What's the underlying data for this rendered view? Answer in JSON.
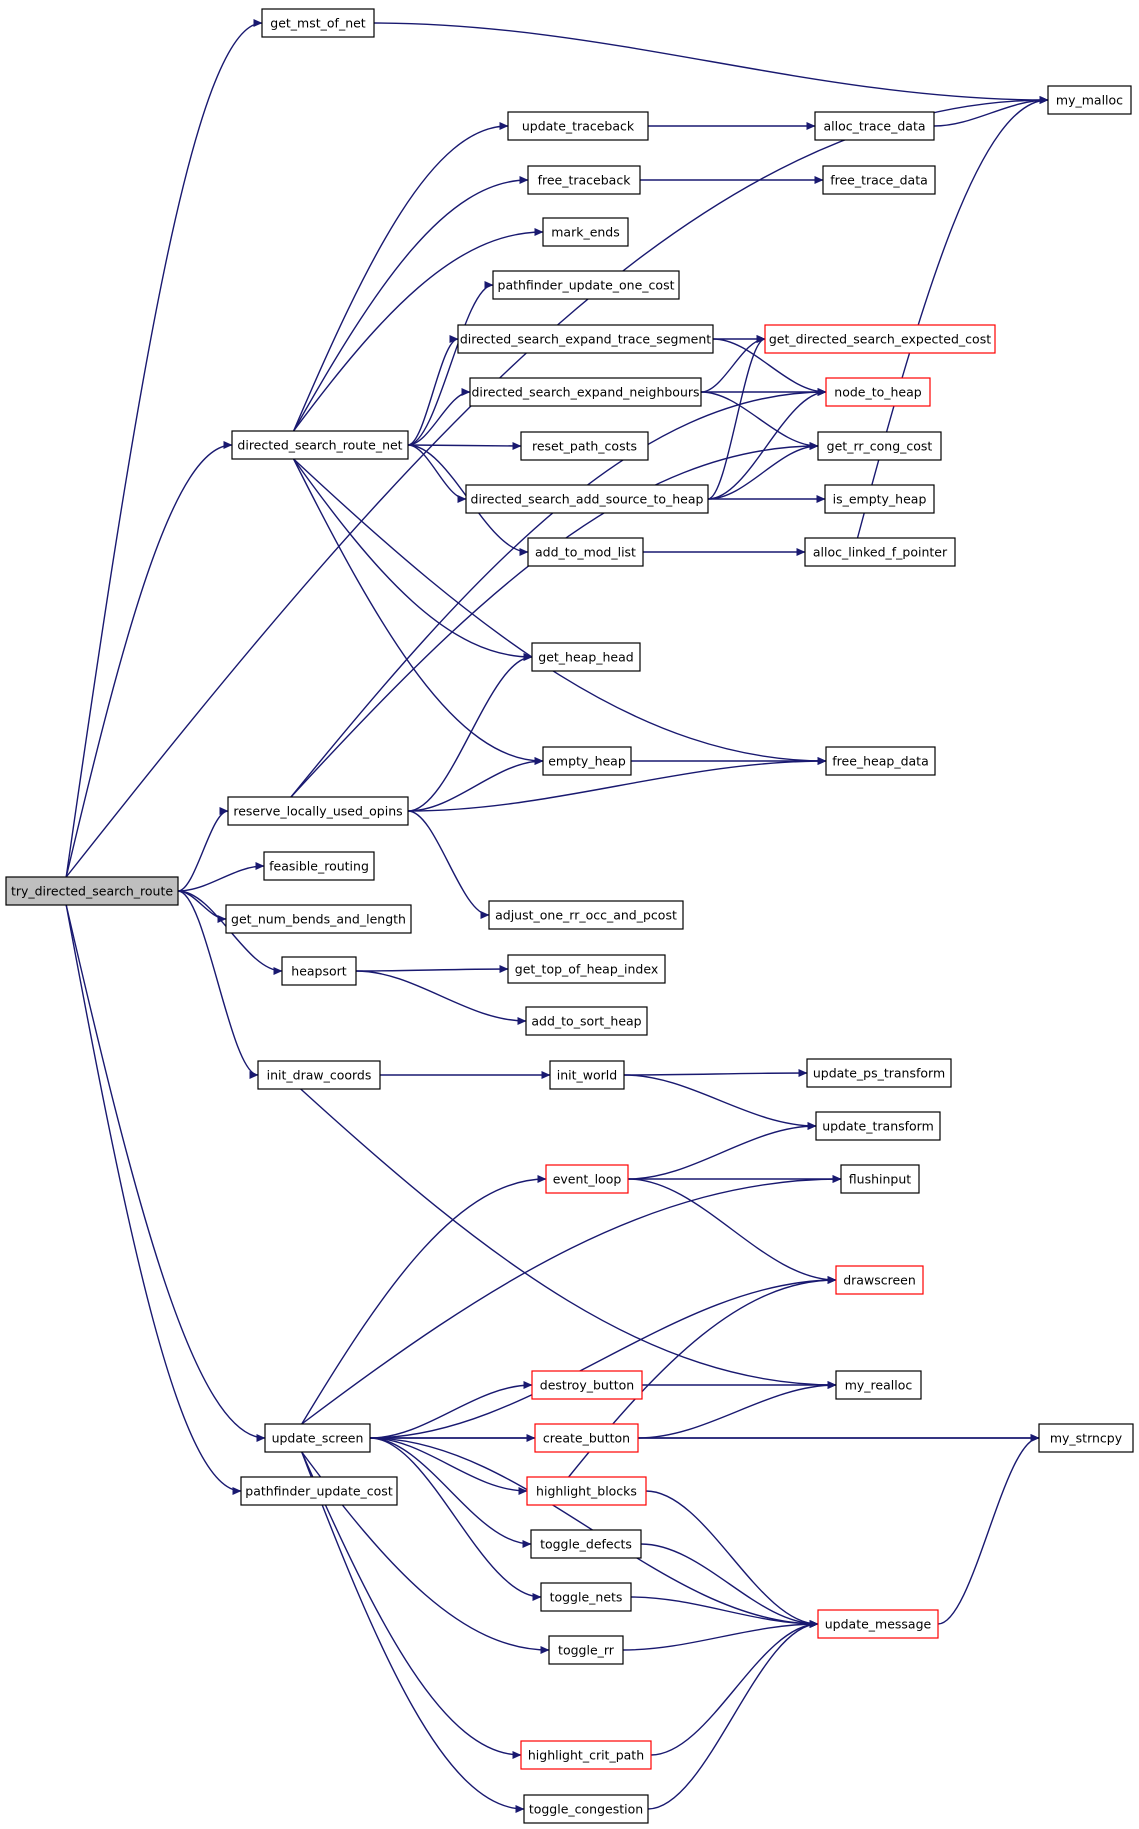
{
  "nodes": [
    {
      "id": "try_directed_search_route",
      "label": "try_directed_search_route",
      "root": true
    },
    {
      "id": "get_mst_of_net",
      "label": "get_mst_of_net"
    },
    {
      "id": "my_malloc",
      "label": "my_malloc"
    },
    {
      "id": "update_traceback",
      "label": "update_traceback"
    },
    {
      "id": "alloc_trace_data",
      "label": "alloc_trace_data"
    },
    {
      "id": "free_traceback",
      "label": "free_traceback"
    },
    {
      "id": "free_trace_data",
      "label": "free_trace_data"
    },
    {
      "id": "mark_ends",
      "label": "mark_ends"
    },
    {
      "id": "pathfinder_update_one_cost",
      "label": "pathfinder_update_one_cost"
    },
    {
      "id": "directed_search_expand_trace_segment",
      "label": "directed_search_expand_trace_segment"
    },
    {
      "id": "get_directed_search_expected_cost",
      "label": "get_directed_search_expected_cost",
      "red": true
    },
    {
      "id": "directed_search_expand_neighbours",
      "label": "directed_search_expand_neighbours"
    },
    {
      "id": "node_to_heap",
      "label": "node_to_heap",
      "red": true
    },
    {
      "id": "directed_search_route_net",
      "label": "directed_search_route_net"
    },
    {
      "id": "reset_path_costs",
      "label": "reset_path_costs"
    },
    {
      "id": "get_rr_cong_cost",
      "label": "get_rr_cong_cost"
    },
    {
      "id": "directed_search_add_source_to_heap",
      "label": "directed_search_add_source_to_heap"
    },
    {
      "id": "is_empty_heap",
      "label": "is_empty_heap"
    },
    {
      "id": "add_to_mod_list",
      "label": "add_to_mod_list"
    },
    {
      "id": "alloc_linked_f_pointer",
      "label": "alloc_linked_f_pointer"
    },
    {
      "id": "get_heap_head",
      "label": "get_heap_head"
    },
    {
      "id": "empty_heap",
      "label": "empty_heap"
    },
    {
      "id": "free_heap_data",
      "label": "free_heap_data"
    },
    {
      "id": "reserve_locally_used_opins",
      "label": "reserve_locally_used_opins"
    },
    {
      "id": "feasible_routing",
      "label": "feasible_routing"
    },
    {
      "id": "adjust_one_rr_occ_and_pcost",
      "label": "adjust_one_rr_occ_and_pcost"
    },
    {
      "id": "get_num_bends_and_length",
      "label": "get_num_bends_and_length"
    },
    {
      "id": "heapsort",
      "label": "heapsort"
    },
    {
      "id": "get_top_of_heap_index",
      "label": "get_top_of_heap_index"
    },
    {
      "id": "add_to_sort_heap",
      "label": "add_to_sort_heap"
    },
    {
      "id": "init_draw_coords",
      "label": "init_draw_coords"
    },
    {
      "id": "init_world",
      "label": "init_world"
    },
    {
      "id": "update_ps_transform",
      "label": "update_ps_transform"
    },
    {
      "id": "update_transform",
      "label": "update_transform"
    },
    {
      "id": "event_loop",
      "label": "event_loop",
      "red": true
    },
    {
      "id": "flushinput",
      "label": "flushinput"
    },
    {
      "id": "drawscreen",
      "label": "drawscreen",
      "red": true
    },
    {
      "id": "destroy_button",
      "label": "destroy_button",
      "red": true
    },
    {
      "id": "my_realloc",
      "label": "my_realloc"
    },
    {
      "id": "update_screen",
      "label": "update_screen"
    },
    {
      "id": "create_button",
      "label": "create_button",
      "red": true
    },
    {
      "id": "my_strncpy",
      "label": "my_strncpy"
    },
    {
      "id": "pathfinder_update_cost",
      "label": "pathfinder_update_cost"
    },
    {
      "id": "highlight_blocks",
      "label": "highlight_blocks",
      "red": true
    },
    {
      "id": "toggle_defects",
      "label": "toggle_defects"
    },
    {
      "id": "toggle_nets",
      "label": "toggle_nets"
    },
    {
      "id": "update_message",
      "label": "update_message",
      "red": true
    },
    {
      "id": "toggle_rr",
      "label": "toggle_rr"
    },
    {
      "id": "highlight_crit_path",
      "label": "highlight_crit_path",
      "red": true
    },
    {
      "id": "toggle_congestion",
      "label": "toggle_congestion"
    }
  ],
  "edges": [
    [
      "try_directed_search_route",
      "get_mst_of_net"
    ],
    [
      "try_directed_search_route",
      "my_malloc"
    ],
    [
      "try_directed_search_route",
      "directed_search_route_net"
    ],
    [
      "try_directed_search_route",
      "reserve_locally_used_opins"
    ],
    [
      "try_directed_search_route",
      "feasible_routing"
    ],
    [
      "try_directed_search_route",
      "get_num_bends_and_length"
    ],
    [
      "try_directed_search_route",
      "heapsort"
    ],
    [
      "try_directed_search_route",
      "init_draw_coords"
    ],
    [
      "try_directed_search_route",
      "update_screen"
    ],
    [
      "try_directed_search_route",
      "pathfinder_update_cost"
    ],
    [
      "get_mst_of_net",
      "my_malloc"
    ],
    [
      "update_traceback",
      "alloc_trace_data"
    ],
    [
      "alloc_trace_data",
      "my_malloc"
    ],
    [
      "free_traceback",
      "free_trace_data"
    ],
    [
      "directed_search_route_net",
      "update_traceback"
    ],
    [
      "directed_search_route_net",
      "free_traceback"
    ],
    [
      "directed_search_route_net",
      "mark_ends"
    ],
    [
      "directed_search_route_net",
      "pathfinder_update_one_cost"
    ],
    [
      "directed_search_route_net",
      "directed_search_expand_trace_segment"
    ],
    [
      "directed_search_route_net",
      "directed_search_expand_neighbours"
    ],
    [
      "directed_search_route_net",
      "reset_path_costs"
    ],
    [
      "directed_search_route_net",
      "directed_search_add_source_to_heap"
    ],
    [
      "directed_search_route_net",
      "add_to_mod_list"
    ],
    [
      "directed_search_route_net",
      "get_heap_head"
    ],
    [
      "directed_search_route_net",
      "empty_heap"
    ],
    [
      "directed_search_route_net",
      "free_heap_data"
    ],
    [
      "directed_search_expand_trace_segment",
      "get_directed_search_expected_cost"
    ],
    [
      "directed_search_expand_trace_segment",
      "node_to_heap"
    ],
    [
      "directed_search_expand_neighbours",
      "get_directed_search_expected_cost"
    ],
    [
      "directed_search_expand_neighbours",
      "node_to_heap"
    ],
    [
      "directed_search_expand_neighbours",
      "get_rr_cong_cost"
    ],
    [
      "directed_search_add_source_to_heap",
      "get_directed_search_expected_cost"
    ],
    [
      "directed_search_add_source_to_heap",
      "node_to_heap"
    ],
    [
      "directed_search_add_source_to_heap",
      "get_rr_cong_cost"
    ],
    [
      "directed_search_add_source_to_heap",
      "is_empty_heap"
    ],
    [
      "add_to_mod_list",
      "alloc_linked_f_pointer"
    ],
    [
      "alloc_linked_f_pointer",
      "my_malloc"
    ],
    [
      "empty_heap",
      "free_heap_data"
    ],
    [
      "reserve_locally_used_opins",
      "get_heap_head"
    ],
    [
      "reserve_locally_used_opins",
      "node_to_heap"
    ],
    [
      "reserve_locally_used_opins",
      "empty_heap"
    ],
    [
      "reserve_locally_used_opins",
      "get_rr_cong_cost"
    ],
    [
      "reserve_locally_used_opins",
      "free_heap_data"
    ],
    [
      "reserve_locally_used_opins",
      "adjust_one_rr_occ_and_pcost"
    ],
    [
      "heapsort",
      "get_top_of_heap_index"
    ],
    [
      "heapsort",
      "add_to_sort_heap"
    ],
    [
      "init_draw_coords",
      "init_world"
    ],
    [
      "init_draw_coords",
      "my_realloc"
    ],
    [
      "init_world",
      "update_ps_transform"
    ],
    [
      "init_world",
      "update_transform"
    ],
    [
      "event_loop",
      "update_transform"
    ],
    [
      "event_loop",
      "flushinput"
    ],
    [
      "event_loop",
      "drawscreen"
    ],
    [
      "destroy_button",
      "my_realloc"
    ],
    [
      "create_button",
      "my_realloc"
    ],
    [
      "create_button",
      "my_strncpy"
    ],
    [
      "update_screen",
      "flushinput"
    ],
    [
      "update_screen",
      "event_loop"
    ],
    [
      "update_screen",
      "drawscreen"
    ],
    [
      "update_screen",
      "my_strncpy"
    ],
    [
      "update_screen",
      "destroy_button"
    ],
    [
      "update_screen",
      "create_button"
    ],
    [
      "update_screen",
      "highlight_blocks"
    ],
    [
      "update_screen",
      "toggle_defects"
    ],
    [
      "update_screen",
      "toggle_nets"
    ],
    [
      "update_screen",
      "toggle_rr"
    ],
    [
      "update_screen",
      "update_message"
    ],
    [
      "update_screen",
      "highlight_crit_path"
    ],
    [
      "update_screen",
      "toggle_congestion"
    ],
    [
      "highlight_blocks",
      "drawscreen"
    ],
    [
      "highlight_blocks",
      "update_message"
    ],
    [
      "toggle_defects",
      "update_message"
    ],
    [
      "toggle_nets",
      "update_message"
    ],
    [
      "toggle_rr",
      "update_message"
    ],
    [
      "highlight_crit_path",
      "update_message"
    ],
    [
      "toggle_congestion",
      "update_message"
    ],
    [
      "update_message",
      "my_strncpy"
    ]
  ]
}
